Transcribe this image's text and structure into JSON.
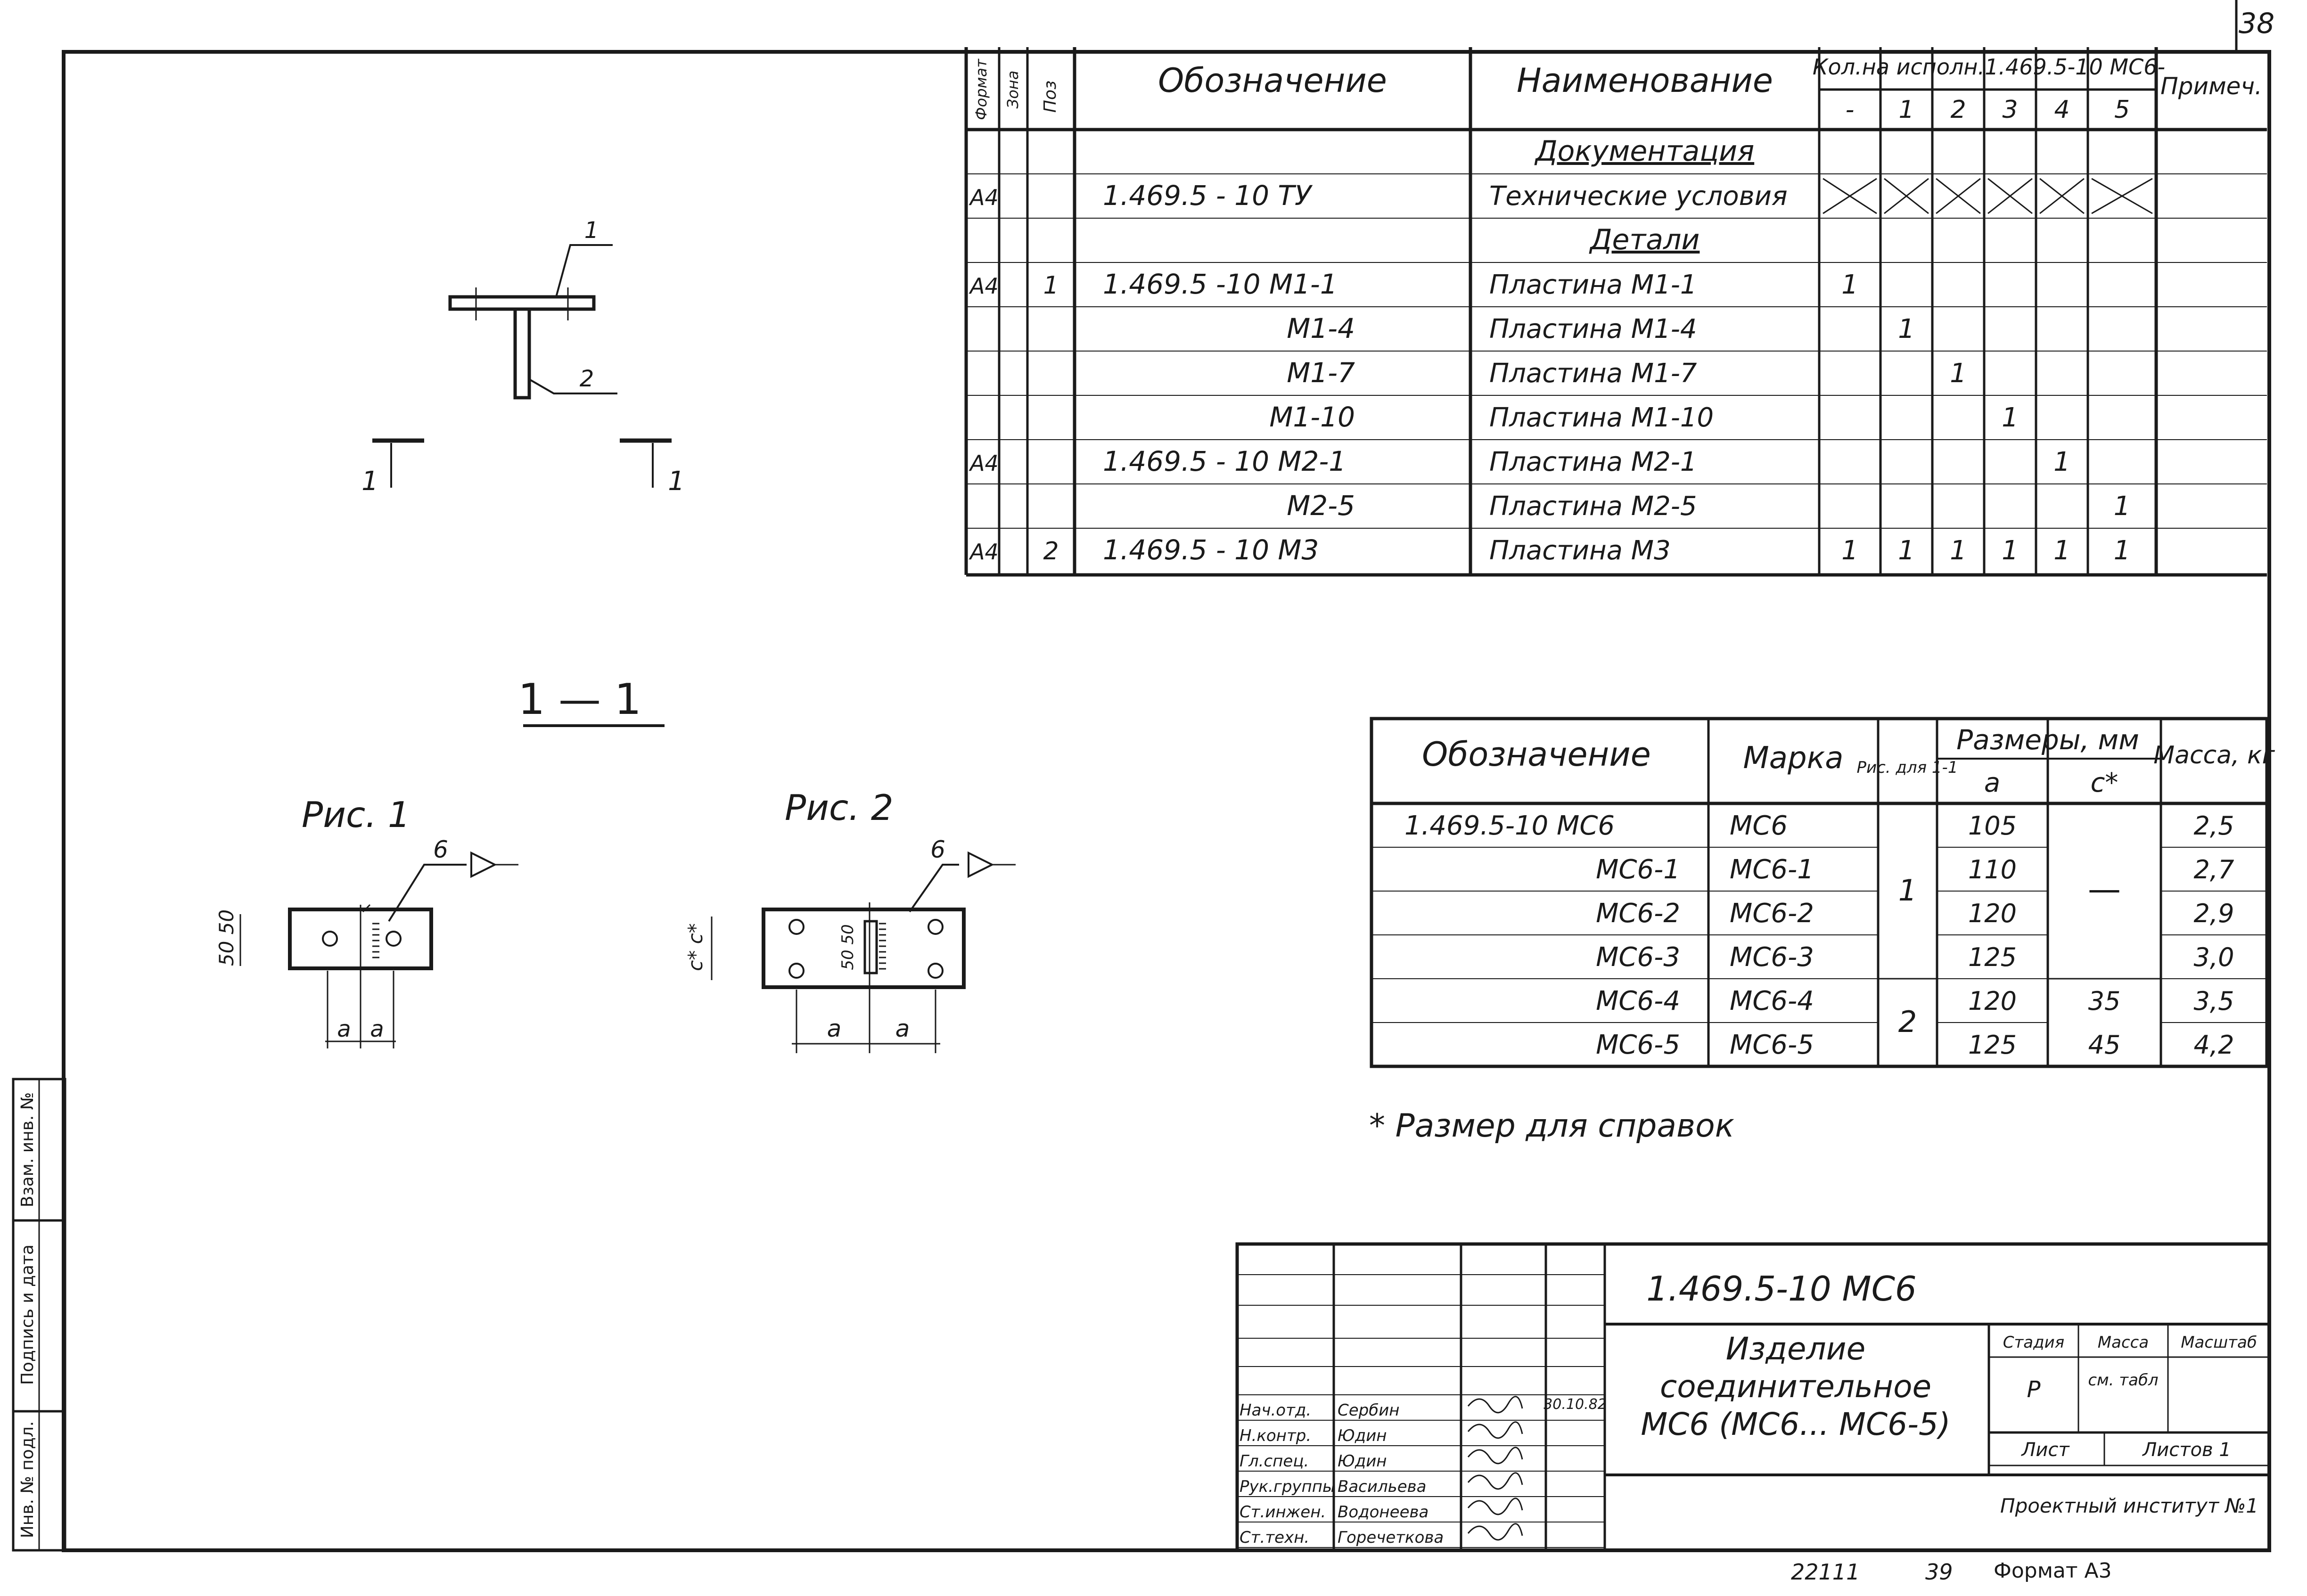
{
  "sheet": {
    "page_number": "38",
    "format_label": "Формат А3",
    "bottom_codes": [
      "22111",
      "39"
    ]
  },
  "spec": {
    "headers": {
      "format": "Формат",
      "zone": "Зона",
      "pos": "Поз",
      "designation": "Обозначение",
      "name": "Наименование",
      "qty": "Кол.на исполн.1.469.5-10 МС6-",
      "qty_cols": [
        "-",
        "1",
        "2",
        "3",
        "4",
        "5"
      ],
      "note": "Примеч."
    },
    "rows": [
      {
        "format": "",
        "zone": "",
        "pos": "",
        "designation": "",
        "name": "Документация",
        "section": true,
        "q": [
          "",
          "",
          "",
          "",
          "",
          ""
        ]
      },
      {
        "format": "А4",
        "zone": "",
        "pos": "",
        "designation": "1.469.5 - 10  ТУ",
        "name": "Технические условия",
        "crossed": true,
        "q": [
          "",
          "",
          "",
          "",
          "",
          ""
        ]
      },
      {
        "format": "",
        "zone": "",
        "pos": "",
        "designation": "",
        "name": "Детали",
        "section": true,
        "q": [
          "",
          "",
          "",
          "",
          "",
          ""
        ]
      },
      {
        "format": "А4",
        "zone": "",
        "pos": "1",
        "designation": "1.469.5 -10  М1-1",
        "name": "Пластина  М1-1",
        "q": [
          "1",
          "",
          "",
          "",
          "",
          ""
        ]
      },
      {
        "format": "",
        "zone": "",
        "pos": "",
        "designation": "М1-4",
        "name": "Пластина  М1-4",
        "q": [
          "",
          "1",
          "",
          "",
          "",
          ""
        ]
      },
      {
        "format": "",
        "zone": "",
        "pos": "",
        "designation": "М1-7",
        "name": "Пластина  М1-7",
        "q": [
          "",
          "",
          "1",
          "",
          "",
          ""
        ]
      },
      {
        "format": "",
        "zone": "",
        "pos": "",
        "designation": "М1-10",
        "name": "Пластина  М1-10",
        "q": [
          "",
          "",
          "",
          "1",
          "",
          ""
        ]
      },
      {
        "format": "А4",
        "zone": "",
        "pos": "",
        "designation": "1.469.5  - 10  М2-1",
        "name": "Пластина  М2-1",
        "q": [
          "",
          "",
          "",
          "",
          "1",
          ""
        ]
      },
      {
        "format": "",
        "zone": "",
        "pos": "",
        "designation": "М2-5",
        "name": "Пластина  М2-5",
        "q": [
          "",
          "",
          "",
          "",
          "",
          "1"
        ]
      },
      {
        "format": "А4",
        "zone": "",
        "pos": "2",
        "designation": "1.469.5  - 10  М3",
        "name": "Пластина  М3",
        "q": [
          "1",
          "1",
          "1",
          "1",
          "1",
          "1"
        ]
      }
    ]
  },
  "drawing": {
    "top_labels": [
      "1",
      "2"
    ],
    "section_marks": [
      "1",
      "1"
    ],
    "section_title": "1 — 1",
    "fig1_title": "Рис. 1",
    "fig2_title": "Рис. 2",
    "weld_label": "6",
    "fig1_dims": {
      "vertical": "50 50",
      "a1": "a",
      "a2": "a"
    },
    "fig2_dims": {
      "vertical": "c* c*",
      "inner": "50 50",
      "a1": "a",
      "a2": "a"
    }
  },
  "variants": {
    "headers": {
      "designation": "Обозначение",
      "mark": "Марка",
      "fig": "Рис. для 1-1",
      "sizes": "Размеры, мм",
      "a": "a",
      "c": "c*",
      "mass": "Масса, кг"
    },
    "rows": [
      {
        "designation": "1.469.5-10  МС6",
        "mark": "МС6",
        "a": "105",
        "mass": "2,5"
      },
      {
        "designation": "МС6-1",
        "mark": "МС6-1",
        "a": "110",
        "mass": "2,7"
      },
      {
        "designation": "МС6-2",
        "mark": "МС6-2",
        "a": "120",
        "mass": "2,9"
      },
      {
        "designation": "МС6-3",
        "mark": "МС6-3",
        "a": "125",
        "mass": "3,0"
      },
      {
        "designation": "МС6-4",
        "mark": "МС6-4",
        "a": "120",
        "c": "35",
        "mass": "3,5"
      },
      {
        "designation": "МС6-5",
        "mark": "МС6-5",
        "a": "125",
        "c": "45",
        "mass": "4,2"
      }
    ],
    "fig_groups": [
      {
        "label": "1",
        "rows": [
          0,
          3
        ]
      },
      {
        "label": "2",
        "rows": [
          4,
          5
        ]
      }
    ],
    "c_group_dash": "—",
    "footnote": "*  Размер   для  справок"
  },
  "title_block": {
    "code": "1.469.5-10    МС6",
    "product_lines": [
      "Изделие",
      "соединительное",
      "МС6 (МС6... МС6-5)"
    ],
    "stage_label": "Стадия",
    "mass_label": "Масса",
    "scale_label": "Масштаб",
    "stage": "Р",
    "mass_value": "см. табл",
    "sheet_label": "Лист",
    "sheets_label": "Листов 1",
    "org": "Проектный институт №1",
    "date": "30.10.82",
    "staff": [
      {
        "role": "Нач.отд.",
        "name": "Сербин"
      },
      {
        "role": "Н.контр.",
        "name": "Юдин"
      },
      {
        "role": "Гл.спец.",
        "name": "Юдин"
      },
      {
        "role": "Рук.группы",
        "name": "Васильева"
      },
      {
        "role": "Ст.инжен.",
        "name": "Водонеева"
      },
      {
        "role": "Ст.техн.",
        "name": "Горечеткова"
      }
    ]
  },
  "margin_stamp": [
    "Инв. № подл.",
    "Подпись и дата",
    "Взам. инв. №"
  ]
}
